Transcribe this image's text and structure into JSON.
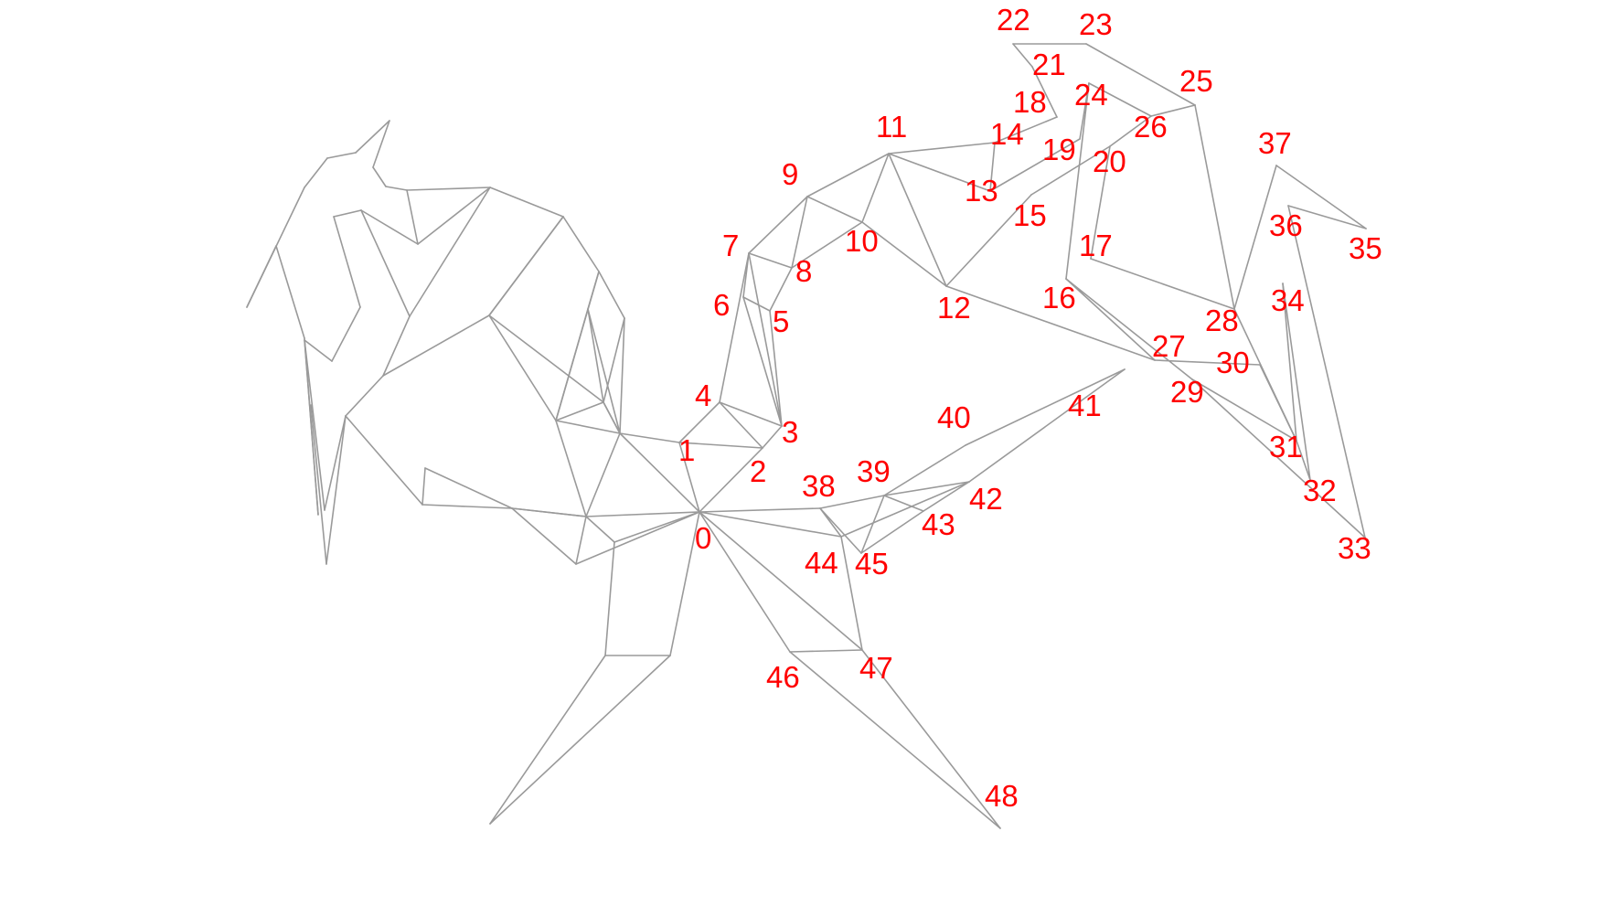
{
  "figure": {
    "line_color": "#9a9a9a",
    "label_color": "#ff0000",
    "background": "#ffffff"
  },
  "labels": [
    "0",
    "1",
    "2",
    "3",
    "4",
    "5",
    "6",
    "7",
    "8",
    "9",
    "10",
    "11",
    "12",
    "13",
    "14",
    "15",
    "16",
    "17",
    "18",
    "19",
    "20",
    "21",
    "22",
    "23",
    "24",
    "25",
    "26",
    "27",
    "28",
    "29",
    "30",
    "31",
    "32",
    "33",
    "34",
    "35",
    "36",
    "37",
    "38",
    "39",
    "40",
    "41",
    "42",
    "43",
    "44",
    "45",
    "46",
    "47",
    "48"
  ]
}
